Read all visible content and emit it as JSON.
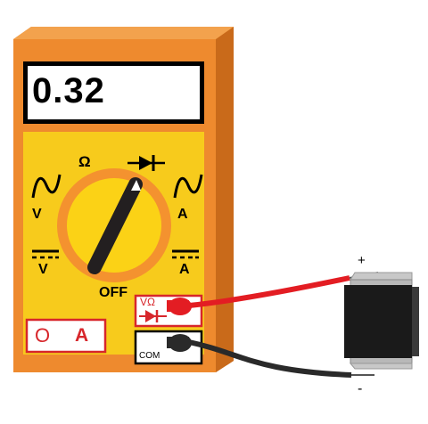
{
  "display": {
    "reading": "0.32"
  },
  "dial": {
    "ohm": "Ω",
    "ac_volts": "V",
    "ac_amps": "A",
    "dc_volts": "V",
    "dc_amps": "A",
    "off": "OFF"
  },
  "jacks": {
    "volt_ohm": "VΩ",
    "com": "COM",
    "amps_circle": "O",
    "amps": "A"
  },
  "component": {
    "plus": "+",
    "minus": "-"
  },
  "colors": {
    "body": "#ee8a2e",
    "panel": "#f7cb1c",
    "dial": "#f4922f",
    "knob": "#fbd216",
    "pointer": "#231f20",
    "red_lead": "#e31d23",
    "black_lead": "#2a2a2a",
    "jack_red": "#d7262b"
  }
}
